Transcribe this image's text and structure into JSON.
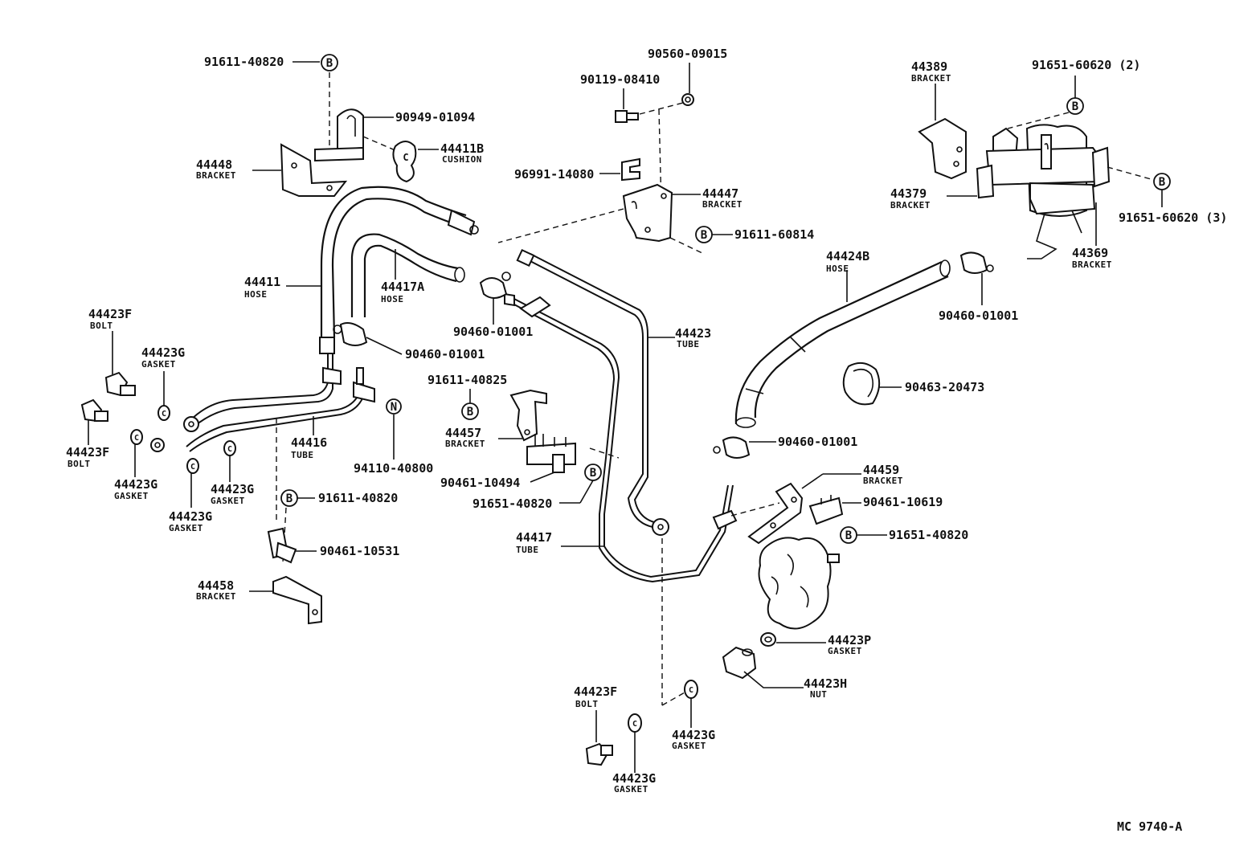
{
  "diagram_code": "MC 9740-A",
  "marks": {
    "B": "B",
    "N": "N"
  },
  "labels": {
    "p91611_40820_top": "91611-40820",
    "p90949_01094": "90949-01094",
    "p44411B": "44411B",
    "p44411B_sub": "CUSHION",
    "p44448": "44448",
    "p44448_sub": "BRACKET",
    "p44411": "44411",
    "p44411_sub": "HOSE",
    "p44417A": "44417A",
    "p44417A_sub": "HOSE",
    "p90460_01001_a": "90460-01001",
    "p90460_01001_b": "90460-01001",
    "p44423F_a": "44423F",
    "p44423F_a_sub": "BOLT",
    "p44423G_a": "44423G",
    "p44423G_a_sub": "GASKET",
    "p44423F_b": "44423F",
    "p44423F_b_sub": "BOLT",
    "p44423G_b": "44423G",
    "p44423G_b_sub": "GASKET",
    "p44423G_c": "44423G",
    "p44423G_c_sub": "GASKET",
    "p44423G_d": "44423G",
    "p44423G_d_sub": "GASKET",
    "p44416": "44416",
    "p44416_sub": "TUBE",
    "p94110_40800": "94110-40800",
    "p91611_40820_mid": "91611-40820",
    "p90461_10531": "90461-10531",
    "p44458": "44458",
    "p44458_sub": "BRACKET",
    "p90560_09015": "90560-09015",
    "p90119_08410": "90119-08410",
    "p96991_14080": "96991-14080",
    "p44447": "44447",
    "p44447_sub": "BRACKET",
    "p91611_60814": "91611-60814",
    "p44423": "44423",
    "p44423_sub": "TUBE",
    "p91611_40825": "91611-40825",
    "p44457": "44457",
    "p44457_sub": "BRACKET",
    "p90461_10494": "90461-10494",
    "p91651_40820_a": "91651-40820",
    "p44417": "44417",
    "p44417_sub": "TUBE",
    "p44423F_c": "44423F",
    "p44423F_c_sub": "BOLT",
    "p44423G_e": "44423G",
    "p44423G_e_sub": "GASKET",
    "p44423G_f": "44423G",
    "p44423G_f_sub": "GASKET",
    "p44389": "44389",
    "p44389_sub": "BRACKET",
    "p91651_60620_2": "91651-60620 (2)",
    "p91651_60620_3": "91651-60620 (3)",
    "p44379": "44379",
    "p44379_sub": "BRACKET",
    "p44369": "44369",
    "p44369_sub": "BRACKET",
    "p44424B": "44424B",
    "p44424B_sub": "HOSE",
    "p90460_01001_c": "90460-01001",
    "p90463_20473": "90463-20473",
    "p90460_01001_d": "90460-01001",
    "p44459": "44459",
    "p44459_sub": "BRACKET",
    "p90461_10619": "90461-10619",
    "p91651_40820_b": "91651-40820",
    "p44423P": "44423P",
    "p44423P_sub": "GASKET",
    "p44423H": "44423H",
    "p44423H_sub": "NUT"
  }
}
